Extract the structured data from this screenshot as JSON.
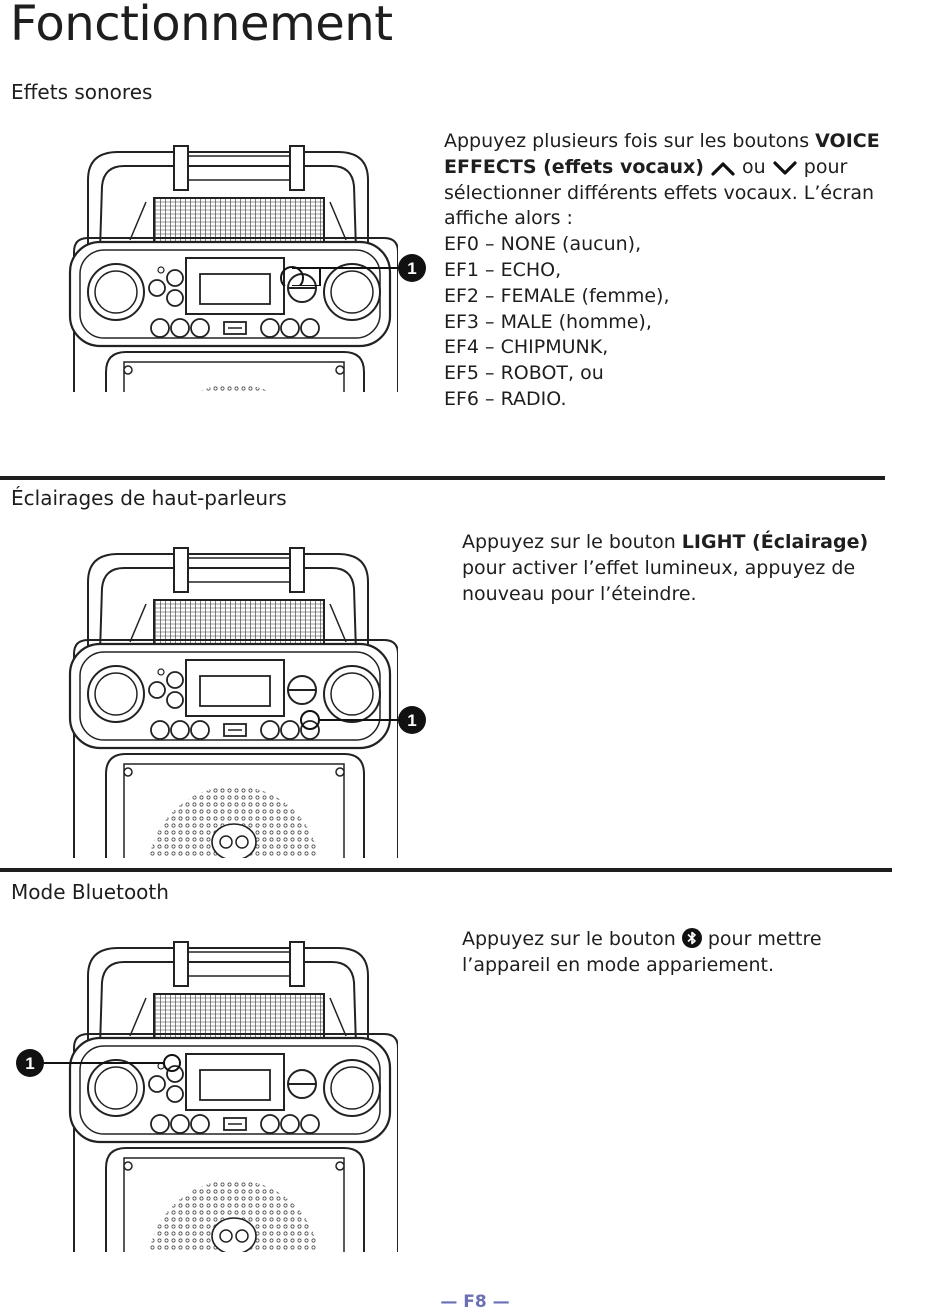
{
  "page": {
    "title": "Fonctionnement",
    "footer": "— F8 —"
  },
  "sections": [
    {
      "heading": "Effets sonores",
      "callout": "1",
      "text_before": "Appuyez plusieurs fois sur les boutons ",
      "bold": "VOICE EFFECTS (effets vocaux)",
      "text_mid": " ou ",
      "text_after": " pour sélectionner différents effets vocaux. L’écran affiche alors :",
      "effects": [
        "EF0 – NONE (aucun),",
        "EF1 – ECHO,",
        "EF2 – FEMALE (femme),",
        "EF3 – MALE (homme),",
        "EF4 – CHIPMUNK,",
        "EF5 – ROBOT, ou",
        "EF6 – RADIO."
      ]
    },
    {
      "heading": "Éclairages de haut-parleurs",
      "callout": "1",
      "text_before": "Appuyez sur le bouton ",
      "bold": "LIGHT (Éclairage)",
      "text_after": " pour activer l’effet lumineux, appuyez de nouveau pour l’éteindre."
    },
    {
      "heading": "Mode Bluetooth",
      "callout": "1",
      "text_before": "Appuyez sur le bouton ",
      "text_after": " pour mettre l’appareil en mode appariement."
    }
  ],
  "icons": [
    "chevron-up-icon",
    "chevron-down-icon",
    "bluetooth-icon"
  ]
}
